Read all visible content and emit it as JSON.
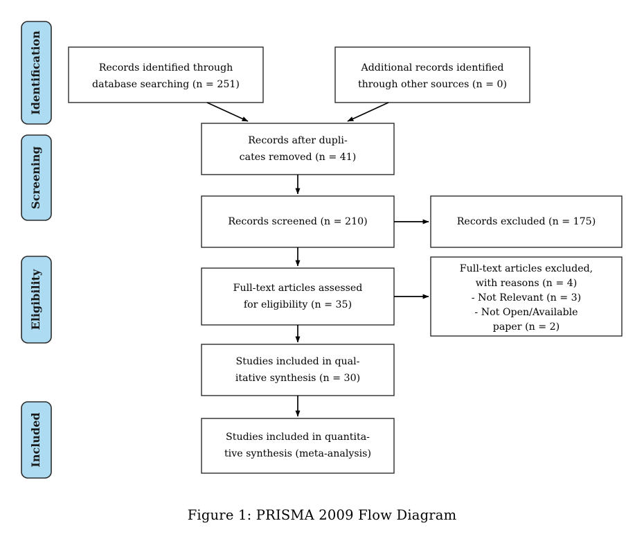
{
  "figure": {
    "caption": "Figure 1: PRISMA 2009 Flow Diagram",
    "background_color": "#ffffff",
    "box_border_color": "#2b2b2b",
    "stage_fill_color": "#ADDCF2",
    "arrow_color": "#000000"
  },
  "stages": [
    {
      "id": "identification",
      "label": "Identification"
    },
    {
      "id": "screening",
      "label": "Screening"
    },
    {
      "id": "eligibility",
      "label": "Eligibility"
    },
    {
      "id": "included",
      "label": "Included"
    }
  ],
  "boxes": {
    "records_identified": {
      "lines": [
        "Records identified through",
        "database searching (n = 251)"
      ],
      "n": 251
    },
    "additional_records": {
      "lines": [
        "Additional records identified",
        "through other sources (n = 0)"
      ],
      "n": 0
    },
    "duplicates_removed": {
      "lines": [
        "Records after dupli-",
        "cates removed (n = 41)"
      ],
      "n": 41
    },
    "records_screened": {
      "lines": [
        "Records screened (n = 210)"
      ],
      "n": 210
    },
    "records_excluded": {
      "lines": [
        "Records excluded (n = 175)"
      ],
      "n": 175
    },
    "fulltext_assessed": {
      "lines": [
        "Full-text articles assessed",
        "for eligibility (n = 35)"
      ],
      "n": 35
    },
    "fulltext_excluded": {
      "lines": [
        "Full-text articles excluded,",
        "with reasons (n = 4)",
        "- Not Relevant (n = 3)",
        "- Not Open/Available",
        "paper (n = 2)"
      ],
      "n": 4,
      "reasons": [
        {
          "label": "Not Relevant",
          "n": 3
        },
        {
          "label": "Not Open/Available paper",
          "n": 2
        }
      ]
    },
    "qualitative_synthesis": {
      "lines": [
        "Studies included in qual-",
        "itative synthesis (n = 30)"
      ],
      "n": 30
    },
    "quantitative_synthesis": {
      "lines": [
        "Studies included in quantita-",
        "tive synthesis (meta-analysis)"
      ],
      "n": null
    }
  },
  "chart_data": {
    "type": "diagram",
    "title": "PRISMA 2009 Flow Diagram",
    "nodes": [
      {
        "id": "records_identified",
        "stage": "Identification",
        "text": "Records identified through database searching (n = 251)",
        "count": 251
      },
      {
        "id": "additional_records",
        "stage": "Identification",
        "text": "Additional records identified through other sources (n = 0)",
        "count": 0
      },
      {
        "id": "duplicates_removed",
        "stage": "Screening",
        "text": "Records after duplicates removed (n = 41)",
        "count": 41
      },
      {
        "id": "records_screened",
        "stage": "Screening",
        "text": "Records screened (n = 210)",
        "count": 210
      },
      {
        "id": "records_excluded",
        "stage": "Screening",
        "text": "Records excluded (n = 175)",
        "count": 175
      },
      {
        "id": "fulltext_assessed",
        "stage": "Eligibility",
        "text": "Full-text articles assessed for eligibility (n = 35)",
        "count": 35
      },
      {
        "id": "fulltext_excluded",
        "stage": "Eligibility",
        "text": "Full-text articles excluded, with reasons (n = 4)",
        "count": 4
      },
      {
        "id": "qualitative_synthesis",
        "stage": "Included",
        "text": "Studies included in qualitative synthesis (n = 30)",
        "count": 30
      },
      {
        "id": "quantitative_synthesis",
        "stage": "Included",
        "text": "Studies included in quantitative synthesis (meta-analysis)",
        "count": null
      }
    ],
    "edges": [
      {
        "from": "records_identified",
        "to": "duplicates_removed"
      },
      {
        "from": "additional_records",
        "to": "duplicates_removed"
      },
      {
        "from": "duplicates_removed",
        "to": "records_screened"
      },
      {
        "from": "records_screened",
        "to": "records_excluded"
      },
      {
        "from": "records_screened",
        "to": "fulltext_assessed"
      },
      {
        "from": "fulltext_assessed",
        "to": "fulltext_excluded"
      },
      {
        "from": "fulltext_assessed",
        "to": "qualitative_synthesis"
      },
      {
        "from": "qualitative_synthesis",
        "to": "quantitative_synthesis"
      }
    ]
  }
}
